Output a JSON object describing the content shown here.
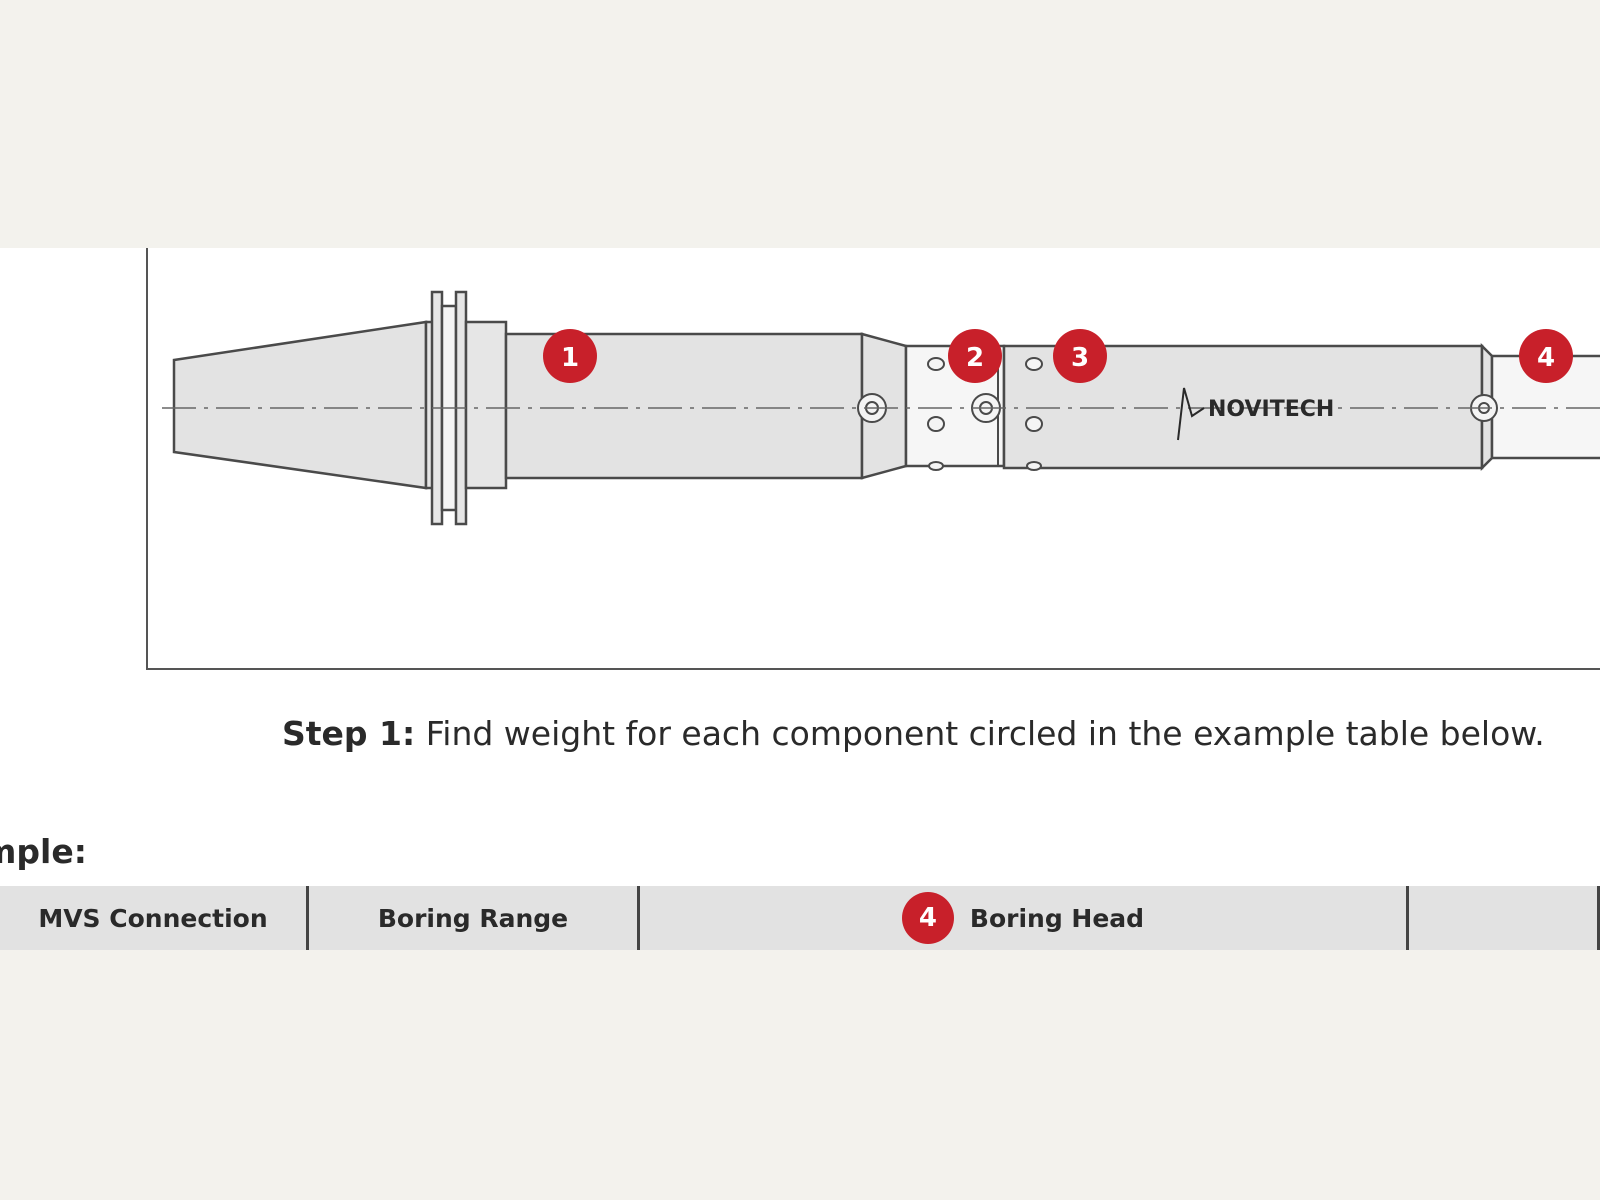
{
  "diagram": {
    "logo_text": "NOVITECH",
    "markers": [
      "1",
      "2",
      "3",
      "4"
    ],
    "colors": {
      "marker_fill": "#c8202a",
      "tool_fill": "#e3e3e3",
      "outline": "#4a4a4a"
    }
  },
  "step": {
    "lead": "Step 1:",
    "text": " Find weight for each component circled in the example table below."
  },
  "example_label": "mple:",
  "table": {
    "headers": [
      {
        "label": "MVS Connection"
      },
      {
        "label": "Boring Range"
      },
      {
        "badge": "4",
        "label": "Boring Head"
      },
      {
        "label": ""
      }
    ]
  }
}
